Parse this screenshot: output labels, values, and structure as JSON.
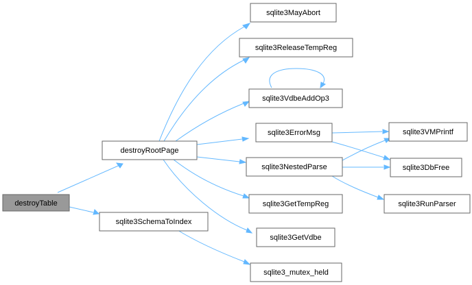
{
  "graph": {
    "colors": {
      "edge": "#63b8ff",
      "node_border": "#666666",
      "node_fill": "#ffffff",
      "root_fill": "#999999"
    },
    "nodes": {
      "destroyTable": "destroyTable",
      "destroyRootPage": "destroyRootPage",
      "sqlite3SchemaToIndex": "sqlite3SchemaToIndex",
      "sqlite3MayAbort": "sqlite3MayAbort",
      "sqlite3ReleaseTempReg": "sqlite3ReleaseTempReg",
      "sqlite3VdbeAddOp3": "sqlite3VdbeAddOp3",
      "sqlite3ErrorMsg": "sqlite3ErrorMsg",
      "sqlite3NestedParse": "sqlite3NestedParse",
      "sqlite3GetTempReg": "sqlite3GetTempReg",
      "sqlite3GetVdbe": "sqlite3GetVdbe",
      "sqlite3_mutex_held": "sqlite3_mutex_held",
      "sqlite3VMPrintf": "sqlite3VMPrintf",
      "sqlite3DbFree": "sqlite3DbFree",
      "sqlite3RunParser": "sqlite3RunParser"
    },
    "edges": [
      [
        "destroyTable",
        "destroyRootPage"
      ],
      [
        "destroyTable",
        "sqlite3SchemaToIndex"
      ],
      [
        "destroyRootPage",
        "sqlite3MayAbort"
      ],
      [
        "destroyRootPage",
        "sqlite3ReleaseTempReg"
      ],
      [
        "destroyRootPage",
        "sqlite3VdbeAddOp3"
      ],
      [
        "destroyRootPage",
        "sqlite3ErrorMsg"
      ],
      [
        "destroyRootPage",
        "sqlite3NestedParse"
      ],
      [
        "destroyRootPage",
        "sqlite3GetTempReg"
      ],
      [
        "destroyRootPage",
        "sqlite3GetVdbe"
      ],
      [
        "sqlite3VdbeAddOp3",
        "sqlite3VdbeAddOp3"
      ],
      [
        "sqlite3ErrorMsg",
        "sqlite3VMPrintf"
      ],
      [
        "sqlite3ErrorMsg",
        "sqlite3DbFree"
      ],
      [
        "sqlite3NestedParse",
        "sqlite3VMPrintf"
      ],
      [
        "sqlite3NestedParse",
        "sqlite3DbFree"
      ],
      [
        "sqlite3NestedParse",
        "sqlite3RunParser"
      ],
      [
        "sqlite3SchemaToIndex",
        "sqlite3_mutex_held"
      ]
    ]
  }
}
